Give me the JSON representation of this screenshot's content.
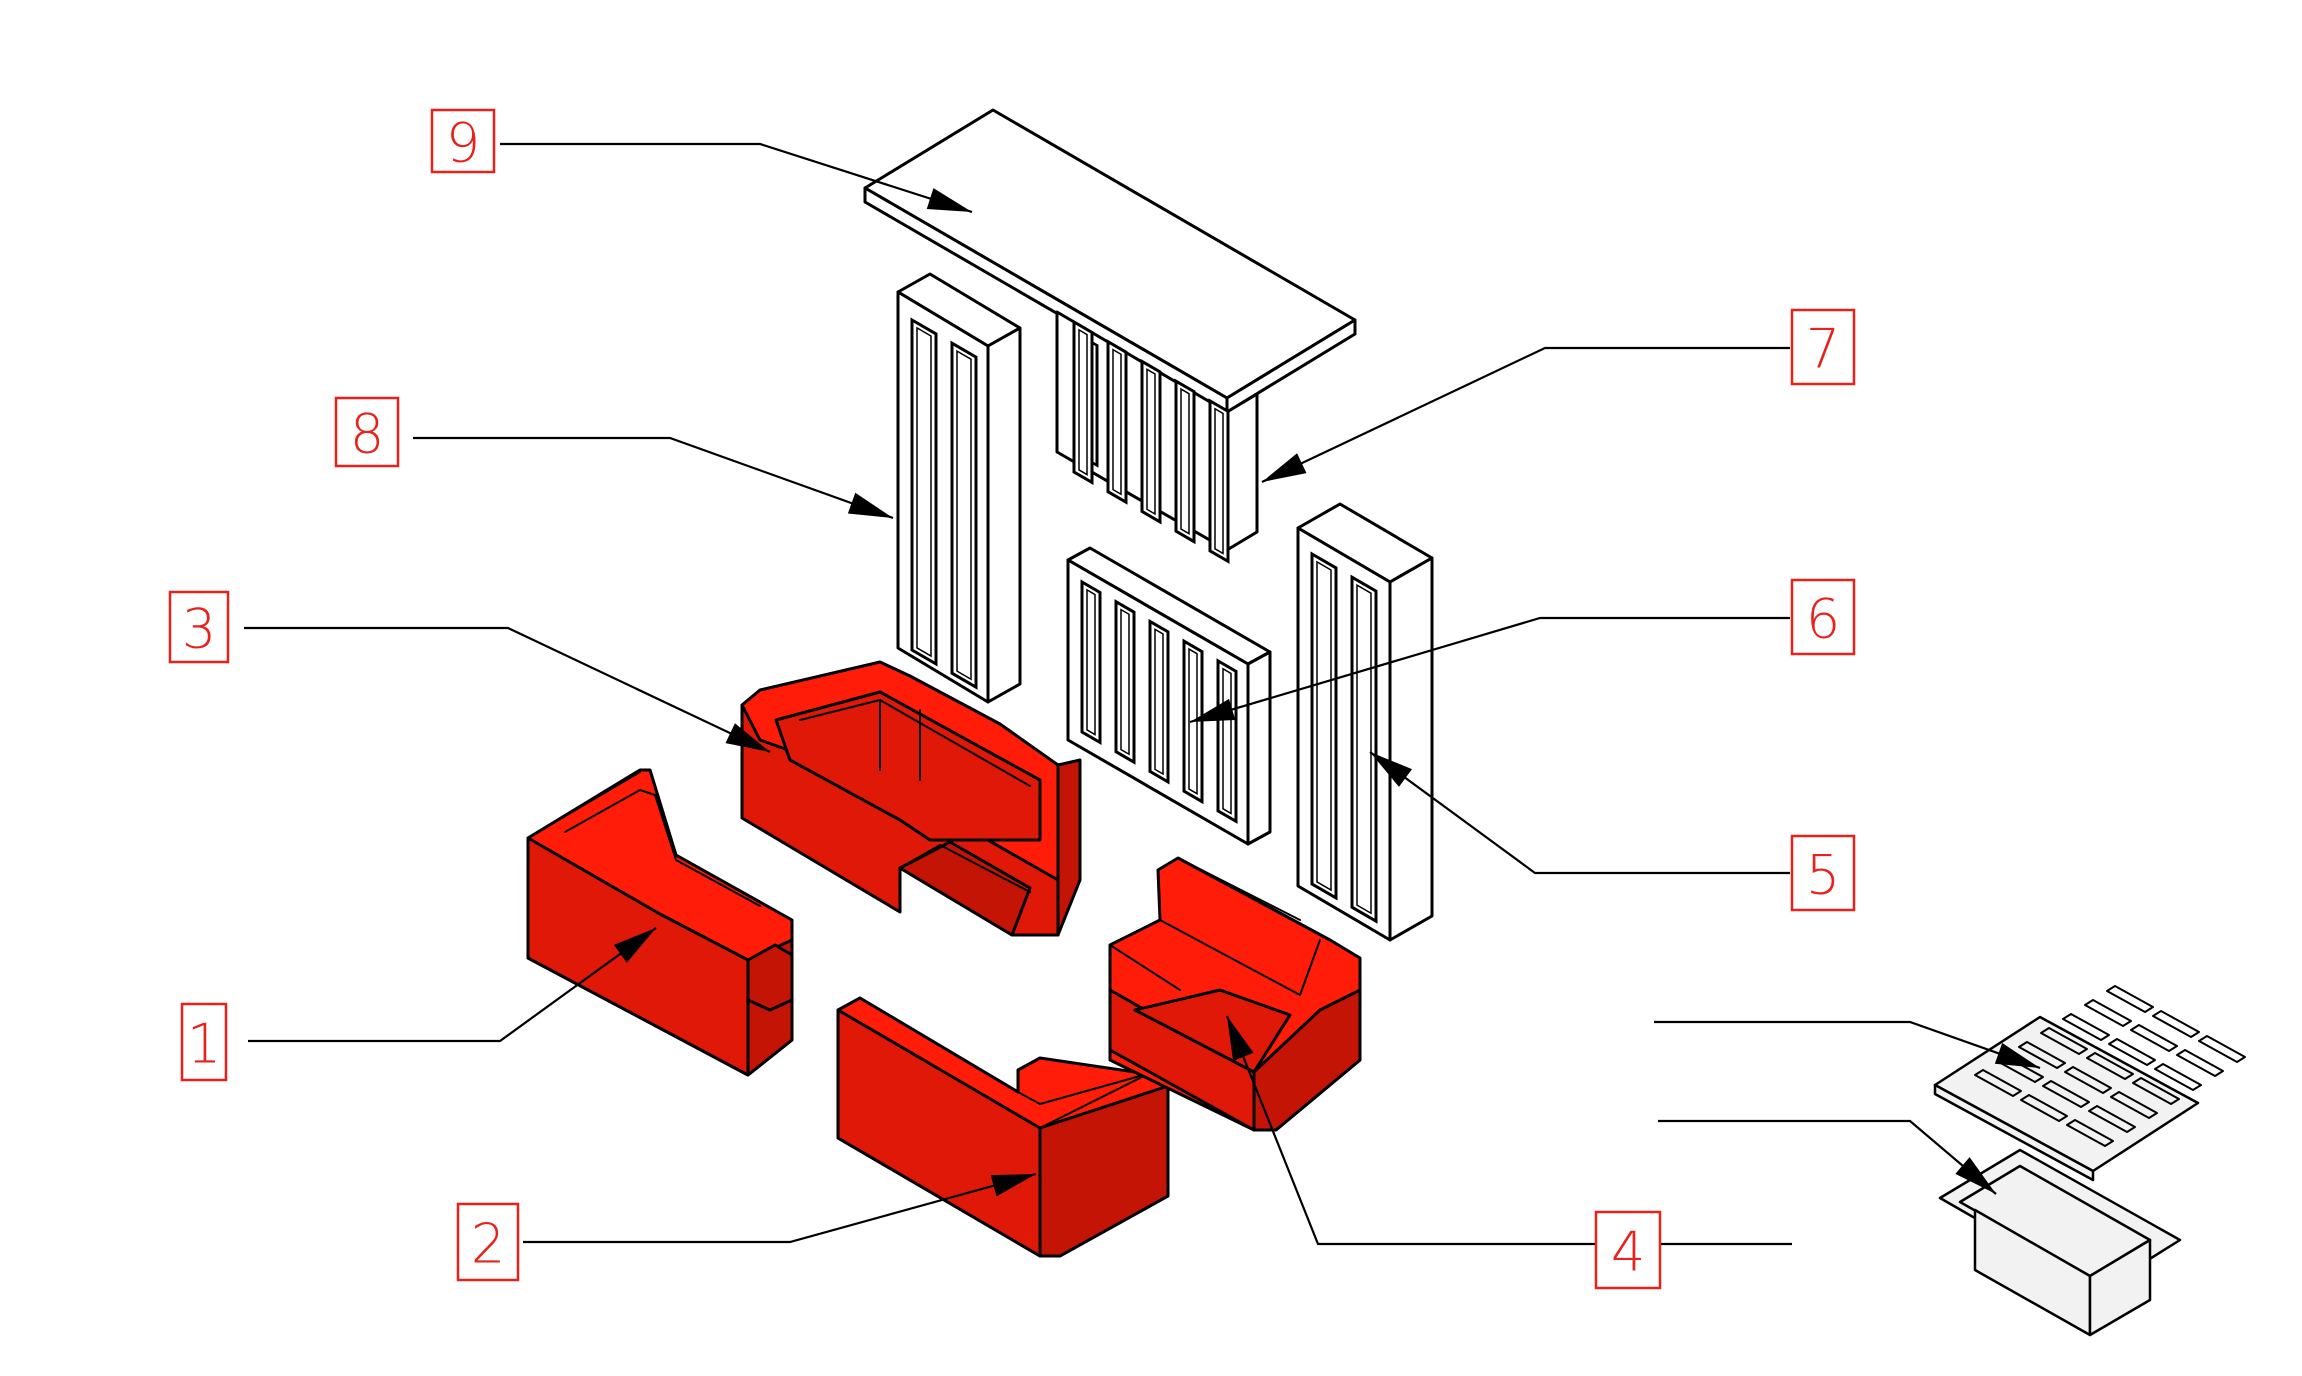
{
  "labels": [
    {
      "id": "callout-1",
      "text": "1"
    },
    {
      "id": "callout-2",
      "text": "2"
    },
    {
      "id": "callout-3",
      "text": "3"
    },
    {
      "id": "callout-4",
      "text": "4"
    },
    {
      "id": "callout-5",
      "text": "5"
    },
    {
      "id": "callout-6",
      "text": "6"
    },
    {
      "id": "callout-7",
      "text": "7"
    },
    {
      "id": "callout-8",
      "text": "8"
    },
    {
      "id": "callout-9",
      "text": "9"
    }
  ],
  "colors": {
    "highlight": "#ff1d0a",
    "label": "#e8211a",
    "line": "#000000",
    "background": "#ffffff"
  }
}
